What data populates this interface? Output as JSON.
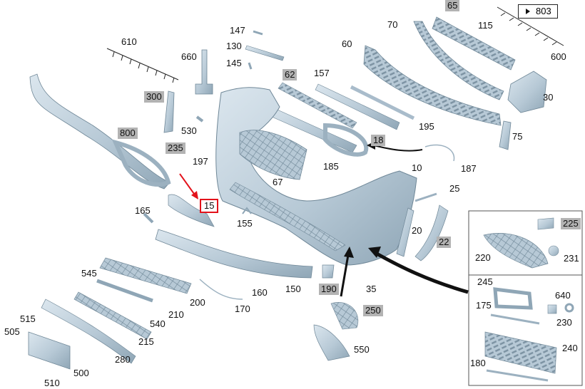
{
  "reference_tag": "▸803",
  "callouts": [
    {
      "id": "65",
      "shaded": true
    },
    {
      "id": "115"
    },
    {
      "id": "70"
    },
    {
      "id": "60"
    },
    {
      "id": "600"
    },
    {
      "id": "147"
    },
    {
      "id": "130"
    },
    {
      "id": "145"
    },
    {
      "id": "610"
    },
    {
      "id": "660"
    },
    {
      "id": "62",
      "shaded": true
    },
    {
      "id": "157"
    },
    {
      "id": "30"
    },
    {
      "id": "300",
      "shaded": true
    },
    {
      "id": "530"
    },
    {
      "id": "800",
      "shaded": true
    },
    {
      "id": "195"
    },
    {
      "id": "75"
    },
    {
      "id": "235",
      "shaded": true
    },
    {
      "id": "18",
      "shaded": true
    },
    {
      "id": "197"
    },
    {
      "id": "185"
    },
    {
      "id": "10"
    },
    {
      "id": "187"
    },
    {
      "id": "67"
    },
    {
      "id": "25"
    },
    {
      "id": "15",
      "highlight": true
    },
    {
      "id": "165"
    },
    {
      "id": "155"
    },
    {
      "id": "20"
    },
    {
      "id": "22",
      "shaded": true
    },
    {
      "id": "225",
      "shaded": true
    },
    {
      "id": "220"
    },
    {
      "id": "231"
    },
    {
      "id": "545"
    },
    {
      "id": "160"
    },
    {
      "id": "150"
    },
    {
      "id": "190",
      "shaded": true
    },
    {
      "id": "35"
    },
    {
      "id": "245"
    },
    {
      "id": "640"
    },
    {
      "id": "200"
    },
    {
      "id": "170"
    },
    {
      "id": "210"
    },
    {
      "id": "175"
    },
    {
      "id": "250",
      "shaded": true
    },
    {
      "id": "230"
    },
    {
      "id": "515"
    },
    {
      "id": "540"
    },
    {
      "id": "505"
    },
    {
      "id": "215"
    },
    {
      "id": "240"
    },
    {
      "id": "550"
    },
    {
      "id": "280"
    },
    {
      "id": "180"
    },
    {
      "id": "500"
    },
    {
      "id": "510"
    }
  ],
  "colors": {
    "part": "#b9cbd7",
    "part_edge": "#7f95a4",
    "highlight": "#e3121b",
    "label_shade": "#b3b3b3"
  }
}
